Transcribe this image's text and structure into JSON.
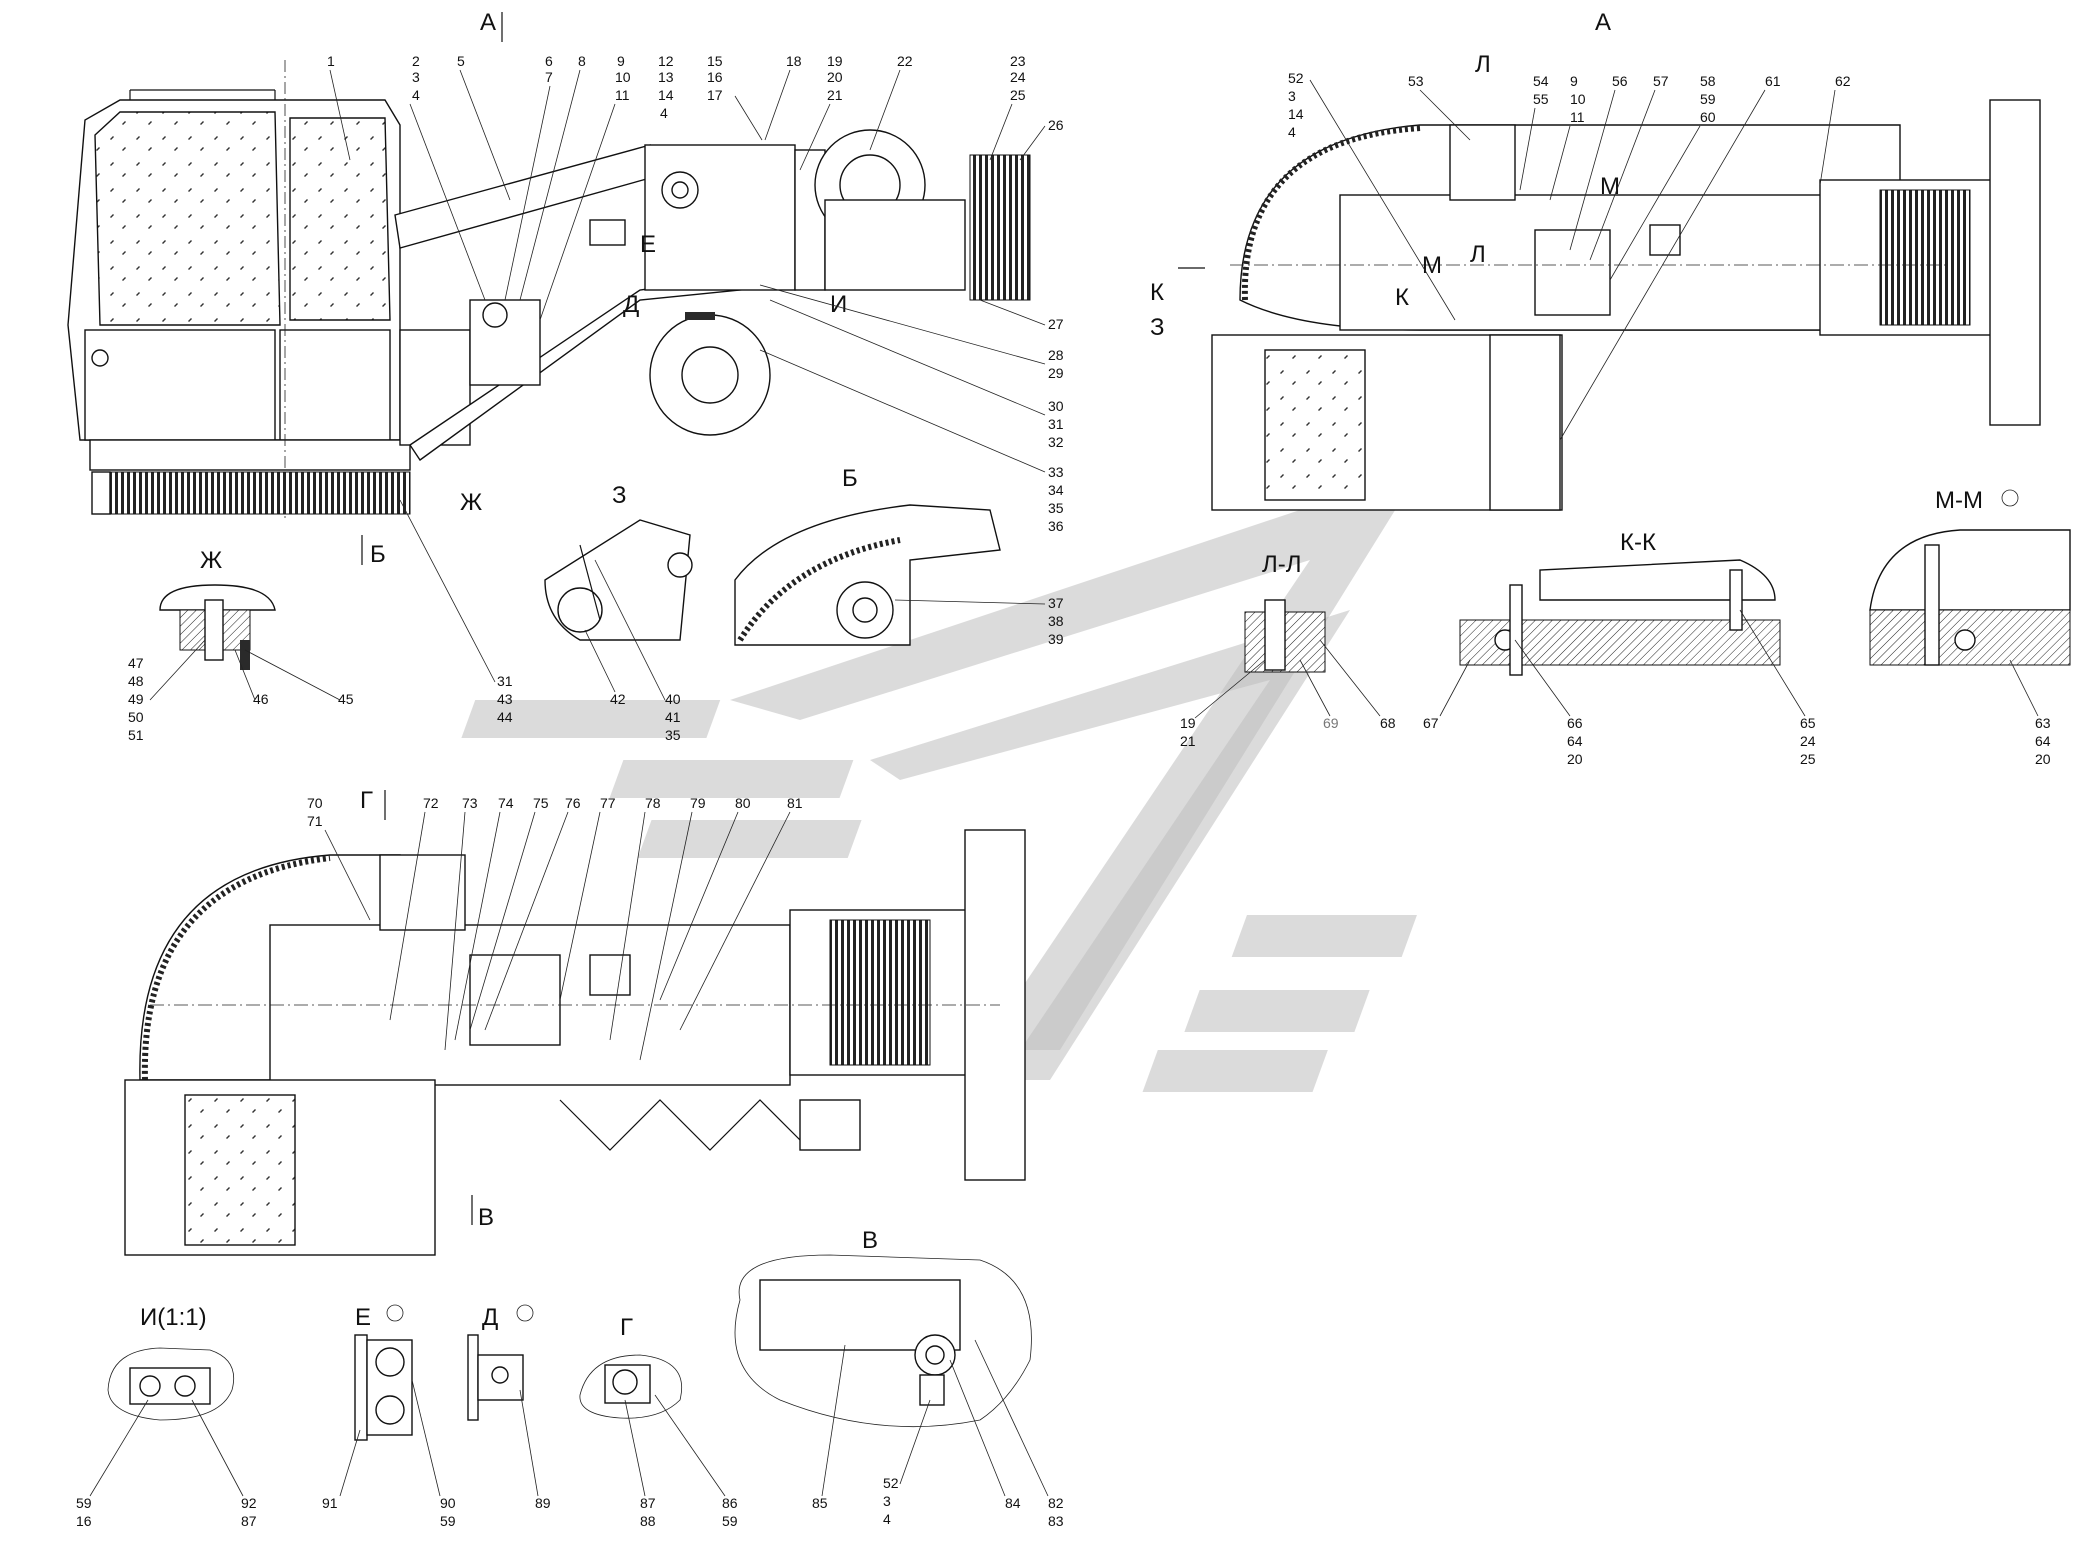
{
  "view_labels": {
    "A_top": "А",
    "A_right": "А",
    "B_arrow": "Б",
    "V_arrow": "В",
    "G_arrow": "Г",
    "D_arrow": "Д",
    "E_arrow": "Е",
    "Zh_arrow": "Ж",
    "Z_arrow": "З",
    "I_arrow": "И",
    "K_arrow1": "К",
    "K_arrow2": "К",
    "L_arrow1": "Л",
    "L_arrow2": "Л",
    "M_arrow1": "М",
    "M_arrow2": "М"
  },
  "detail_titles": {
    "zh": "Ж",
    "z": "З",
    "b": "Б",
    "ll": "Л-Л",
    "kk": "К-К",
    "mm": "М-М",
    "v": "В",
    "i": "И(1:1)",
    "e": "Е",
    "d": "Д",
    "g": "Г"
  },
  "callouts_side_view": [
    "1",
    "2",
    "3",
    "4",
    "5",
    "6",
    "7",
    "8",
    "9",
    "10",
    "11",
    "12",
    "13",
    "14",
    "4",
    "15",
    "16",
    "17",
    "18",
    "19",
    "20",
    "21",
    "22",
    "23",
    "24",
    "25",
    "26",
    "27",
    "28",
    "29",
    "30",
    "31",
    "32",
    "33",
    "34",
    "35",
    "36"
  ],
  "callouts_top_right": [
    "52",
    "3",
    "14",
    "4",
    "53",
    "54",
    "55",
    "9",
    "10",
    "11",
    "56",
    "57",
    "58",
    "59",
    "60",
    "61",
    "62"
  ],
  "callouts_details": {
    "zh": [
      "47",
      "48",
      "49",
      "50",
      "51",
      "46",
      "45"
    ],
    "side_bottom": [
      "31",
      "43",
      "44"
    ],
    "z": [
      "42",
      "40",
      "41",
      "35"
    ],
    "b": [
      "37",
      "38",
      "39"
    ],
    "ll": [
      "19",
      "21",
      "69",
      "68"
    ],
    "kk": [
      "67",
      "66",
      "64",
      "20",
      "65",
      "24",
      "25"
    ],
    "mm": [
      "63",
      "64",
      "20"
    ]
  },
  "callouts_bottom_view": [
    "70",
    "71",
    "72",
    "73",
    "74",
    "75",
    "76",
    "77",
    "78",
    "79",
    "80",
    "81"
  ],
  "callouts_small_details": {
    "i": [
      "59",
      "16",
      "92",
      "87"
    ],
    "e": [
      "91",
      "90",
      "59"
    ],
    "d": [
      "89"
    ],
    "g": [
      "87",
      "88",
      "86",
      "59"
    ],
    "v": [
      "85",
      "52",
      "3",
      "4",
      "84",
      "82",
      "83"
    ]
  }
}
